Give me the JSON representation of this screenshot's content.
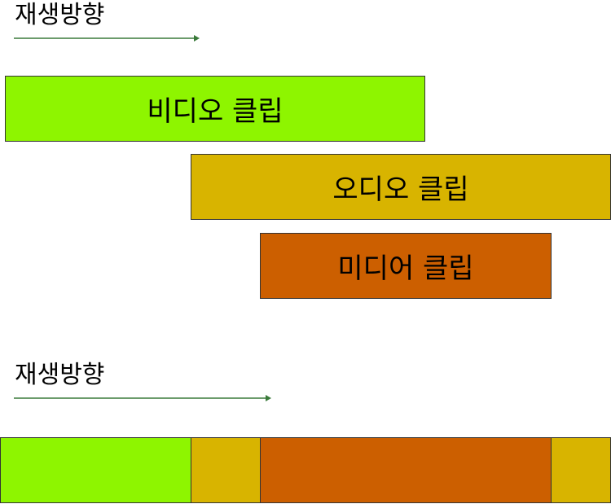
{
  "colors": {
    "video": "#8ef500",
    "audio": "#d8b400",
    "media": "#cc5f00",
    "arrow": "#3a7a3a"
  },
  "top_section": {
    "direction_label": "재생방향",
    "clips": {
      "video": "비디오 클립",
      "audio": "오디오 클립",
      "media": "미디어 클립"
    }
  },
  "bottom_section": {
    "direction_label": "재생방향",
    "segments": [
      "video",
      "audio",
      "media",
      "audio"
    ]
  }
}
